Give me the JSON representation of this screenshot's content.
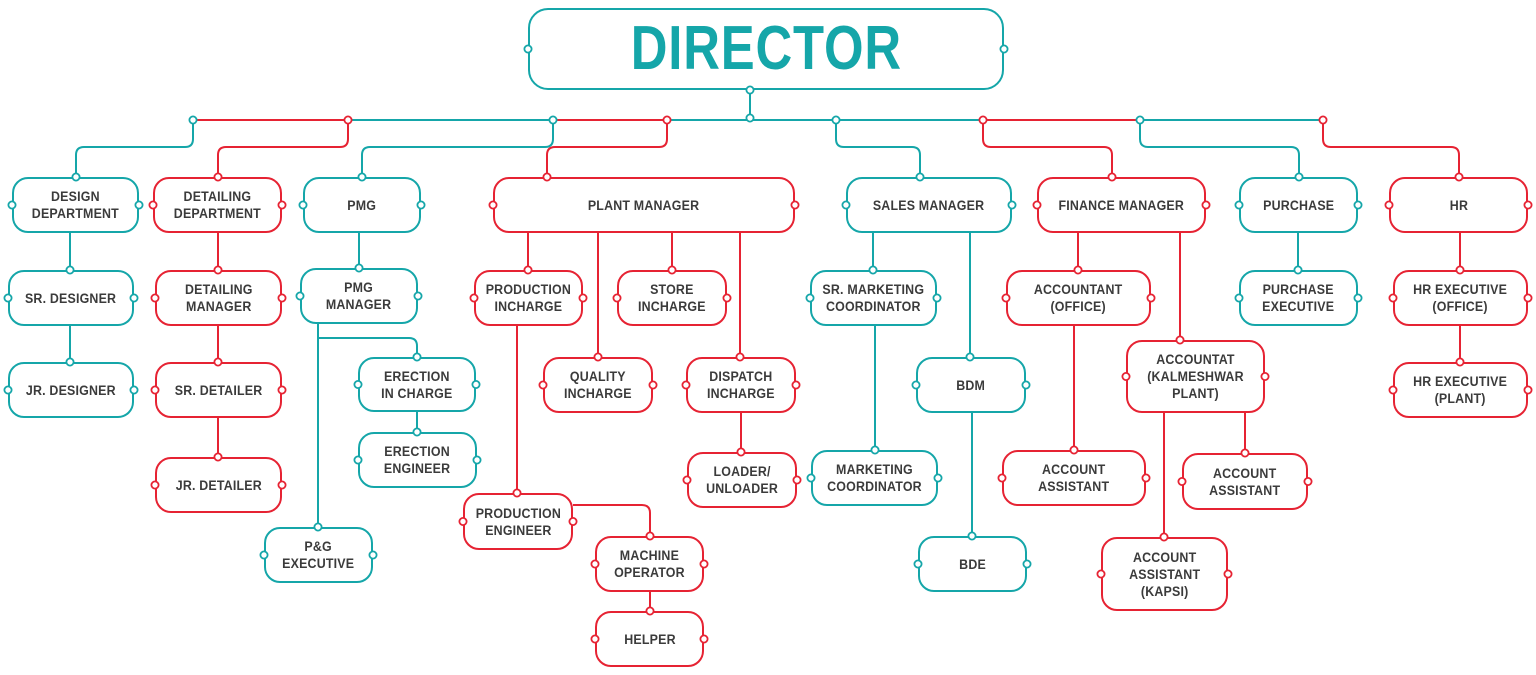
{
  "colors": {
    "teal": "#15a6a9",
    "red": "#e62333",
    "text": "#3b3b3b"
  },
  "nodes": {
    "director": "DIRECTOR",
    "design_department": "DESIGN\nDEPARTMENT",
    "detailing_department": "DETAILING\nDEPARTMENT",
    "pmg": "PMG",
    "plant_manager": "PLANT MANAGER",
    "sales_manager": "SALES MANAGER",
    "finance_manager": "FINANCE MANAGER",
    "purchase": "PURCHASE",
    "hr": "HR",
    "sr_designer": "SR. DESIGNER",
    "jr_designer": "JR. DESIGNER",
    "detailing_manager": "DETAILING\nMANAGER",
    "sr_detailer": "SR. DETAILER",
    "jr_detailer": "JR. DETAILER",
    "pmg_manager": "PMG\nMANAGER",
    "erection_in_charge": "ERECTION\nIN CHARGE",
    "erection_engineer": "ERECTION\nENGINEER",
    "pg_executive": "P&G\nEXECUTIVE",
    "production_incharge": "PRODUCTION\nINCHARGE",
    "store_incharge": "STORE\nINCHARGE",
    "quality_incharge": "QUALITY\nINCHARGE",
    "dispatch_incharge": "DISPATCH\nINCHARGE",
    "loader_unloader": "LOADER/\nUNLOADER",
    "production_engineer": "PRODUCTION\nENGINEER",
    "machine_operator": "MACHINE\nOPERATOR",
    "helper": "HELPER",
    "sr_marketing_coordinator": "SR. MARKETING\nCOORDINATOR",
    "marketing_coordinator": "MARKETING\nCOORDINATOR",
    "bdm": "BDM",
    "bde": "BDE",
    "accountant_office": "ACCOUNTANT\n(OFFICE)",
    "accountat_kalmeshwar": "ACCOUNTAT\n(KALMESHWAR\nPLANT)",
    "account_assistant_office": "ACCOUNT\nASSISTANT",
    "account_assistant_plant": "ACCOUNT\nASSISTANT",
    "account_assistant_kapsi": "ACCOUNT\nASSISTANT\n(KAPSI)",
    "purchase_executive": "PURCHASE\nEXECUTIVE",
    "hr_executive_office": "HR EXECUTIVE\n(OFFICE)",
    "hr_executive_plant": "HR EXECUTIVE\n(PLANT)"
  }
}
